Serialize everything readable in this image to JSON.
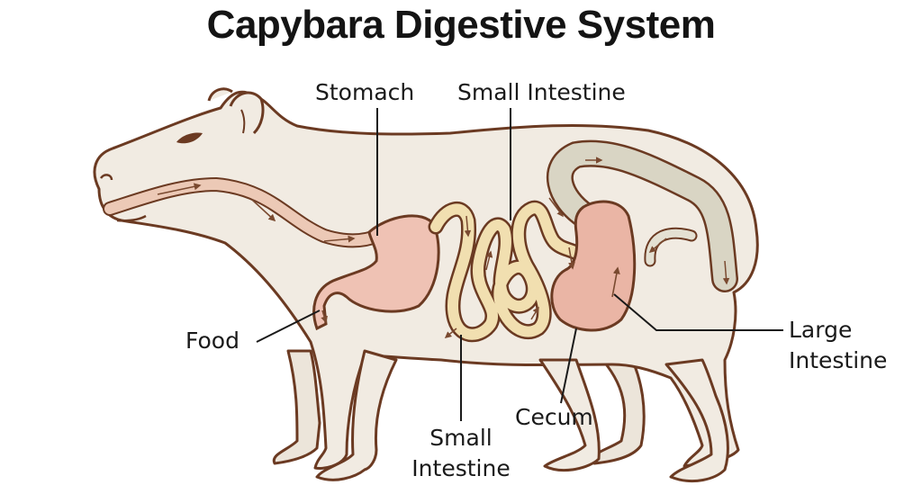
{
  "title": "Capybara Digestive System",
  "labels": {
    "stomach": "Stomach",
    "small_intestine_top": "Small Intestine",
    "food": "Food",
    "small_intestine_bottom_line1": "Small",
    "small_intestine_bottom_line2": "Intestine",
    "cecum": "Cecum",
    "large_intestine_line1": "Large",
    "large_intestine_line2": "Intestine"
  },
  "colors": {
    "body_fill": "#f1ebe2",
    "outline": "#6b3a22",
    "esophagus": "#ecc9b6",
    "stomach": "#efc2b4",
    "small_intestine": "#f1dfb0",
    "cecum": "#eab5a5",
    "colon": "#d9d5c4",
    "leader_line": "#1a1a1a"
  }
}
